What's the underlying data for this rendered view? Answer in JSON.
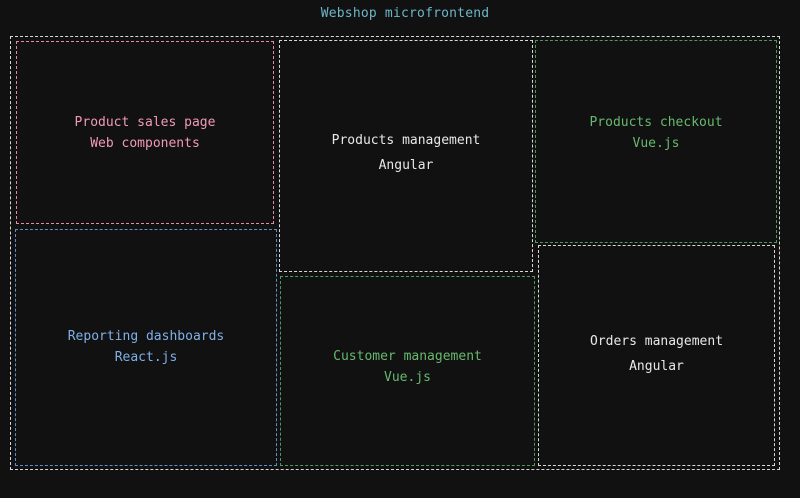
{
  "title": "Webshop microfrontend",
  "colors": {
    "title": "#6cb6c9",
    "frame": "#d8d8d8",
    "pink": "#e58ba7",
    "blue": "#5f8fc4",
    "green": "#4f9a5b",
    "white": "#d8d8d8",
    "background": "#111111"
  },
  "boxes": {
    "product_sales": {
      "name": "Product sales page",
      "tech": "Web components"
    },
    "reporting": {
      "name": "Reporting dashboards",
      "tech": "React.js"
    },
    "products_management": {
      "name": "Products management",
      "tech": "Angular"
    },
    "customer_management": {
      "name": "Customer management",
      "tech": "Vue.js"
    },
    "products_checkout": {
      "name": "Products checkout",
      "tech": "Vue.js"
    },
    "orders_management": {
      "name": "Orders management",
      "tech": "Angular"
    }
  }
}
